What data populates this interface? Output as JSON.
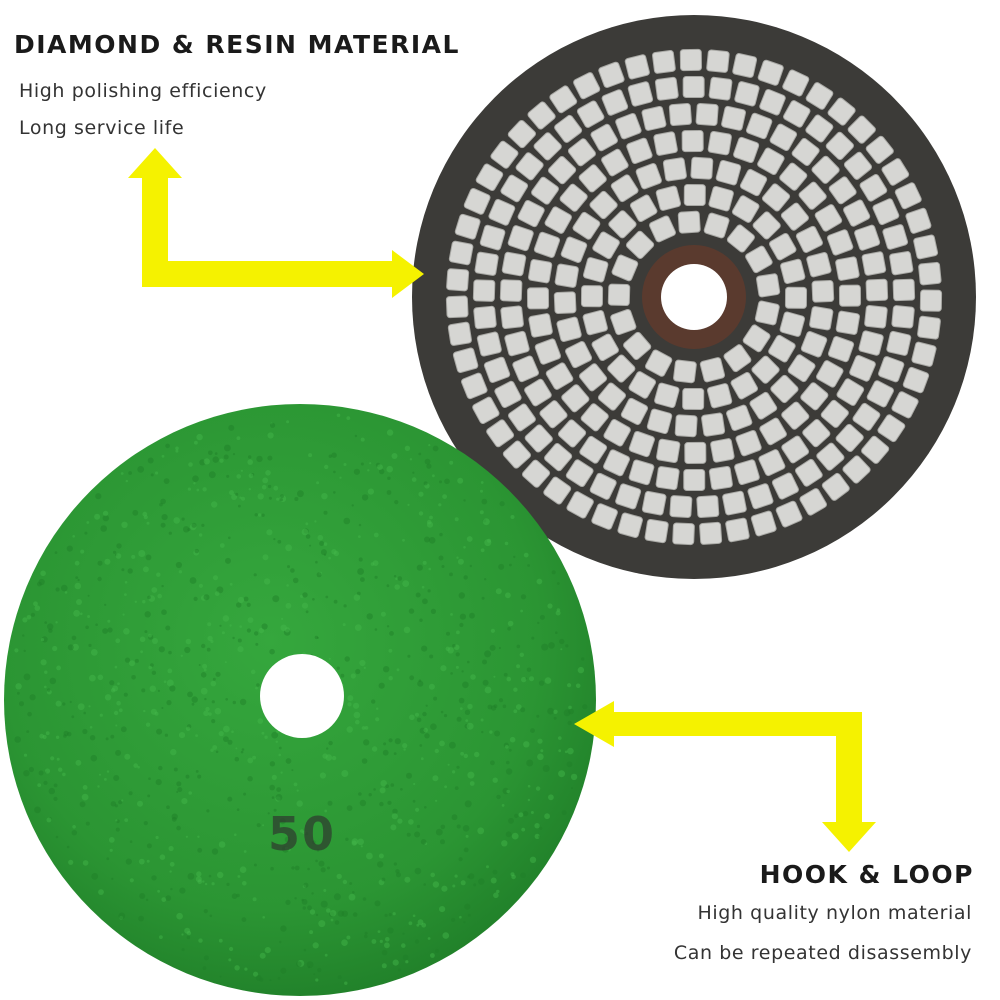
{
  "features": {
    "top": {
      "heading": "DIAMOND & RESIN MATERIAL",
      "lines": [
        "High polishing efficiency",
        "Long service life"
      ]
    },
    "bottom": {
      "heading": "HOOK & LOOP",
      "lines": [
        "High quality nylon material",
        "Can be repeated disassembly"
      ]
    }
  },
  "green_pad": {
    "grit_label": "50"
  },
  "colors": {
    "arrow": "#f5f200",
    "green_pad": "#2e9b35",
    "diamond_segment": "#d6d6d3",
    "pad_gap": "#3c3b38",
    "background": "#ffffff"
  },
  "icons": [
    "arrow-up-icon",
    "arrow-right-icon",
    "arrow-left-icon",
    "arrow-down-icon"
  ]
}
